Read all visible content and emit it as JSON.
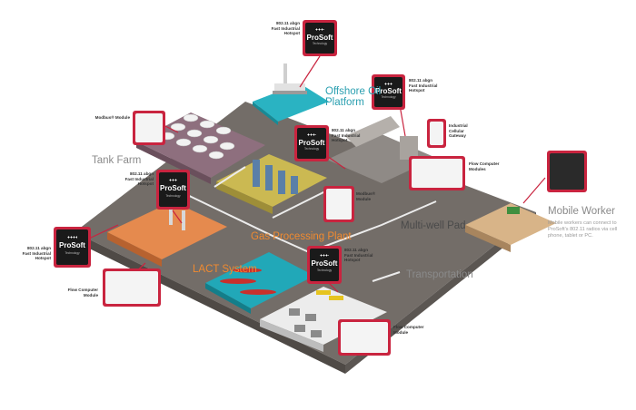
{
  "areas": {
    "offshore": "Offshore Oil\nPlatform",
    "tank_farm": "Tank Farm",
    "gas_plant": "Gas Processing Plant",
    "multiwell": "Multi-well Pad",
    "lact": "LACT System",
    "transport": "Transportation",
    "mobile": "Mobile Worker"
  },
  "mobile_description": "Mobile workers can connect to ProSoft's 802.11 radios via cell phone, tablet or PC.",
  "captions": {
    "hotspot": "802.11 abgn\nFast Industrial\nHotspot",
    "modbus_module": "Modbus® Module",
    "modbus_module_short": "Modbus®\nModule",
    "flow_computer": "Flow Computer\nModule",
    "flow_computer_plural": "Flow Computer\nModules",
    "gateway": "Industrial\nCellular\nGateway"
  },
  "brand": {
    "name": "ProSoft",
    "tagline": "Technology"
  },
  "colors": {
    "callout": "#c9243f",
    "ground": "#6e6864",
    "water": "#1fb0bf",
    "gas_zone": "#c9b84f",
    "tank_zone": "#8a6a7a",
    "orange_zone": "#e58a4e",
    "mobile_zone": "#d9b48a",
    "transport_zone": "#e8e8e8"
  }
}
